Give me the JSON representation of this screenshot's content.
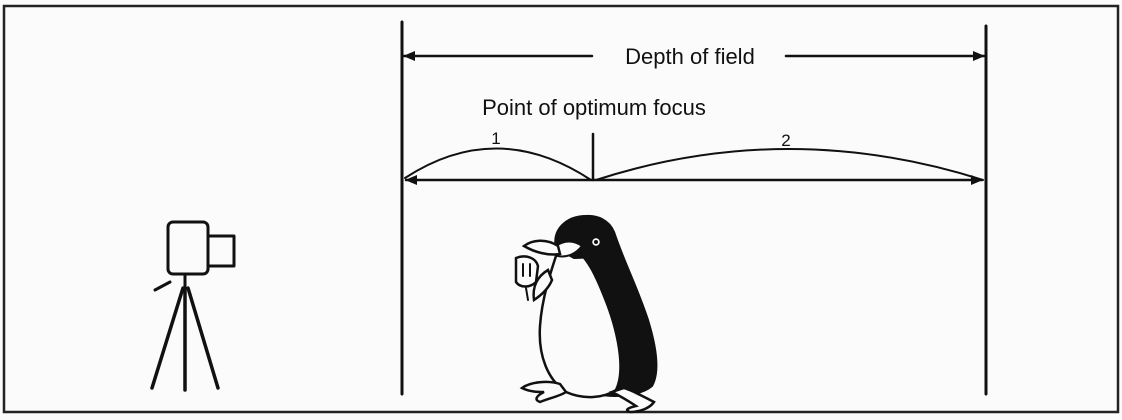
{
  "diagram": {
    "depth_of_field_label": "Depth of field",
    "focus_point_label": "Point of optimum focus",
    "near_segment_label": "1",
    "far_segment_label": "2",
    "ink_color": "#111111",
    "paper_color": "#fbfbfb"
  }
}
